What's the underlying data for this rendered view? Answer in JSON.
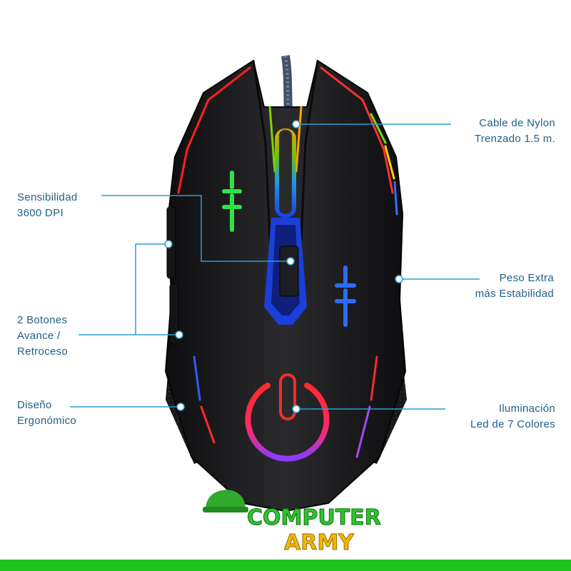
{
  "callouts": {
    "cable": {
      "line1": "Cable de Nylon",
      "line2": "Trenzado 1.5 m."
    },
    "dpi": {
      "line1": "Sensibilidad",
      "line2": "3600 DPI"
    },
    "buttons": {
      "line1": "2 Botones",
      "line2": "Avance /",
      "line3": "Retroceso"
    },
    "weight": {
      "line1": "Peso Extra",
      "line2": "más Estabilidad"
    },
    "design": {
      "line1": "Diseño",
      "line2": "Ergonómico"
    },
    "lighting": {
      "line1": "Iluminación",
      "line2": "Led de 7 Colores"
    }
  },
  "logo": {
    "line1": "COMPUTER",
    "line2": "ARMY"
  },
  "colors": {
    "callout": "#1f5f86",
    "line": "#2a9fd6",
    "brand_green": "#1ec51e",
    "brand_yellow": "#f2b705",
    "mouse_body": "#1c1c1e"
  }
}
